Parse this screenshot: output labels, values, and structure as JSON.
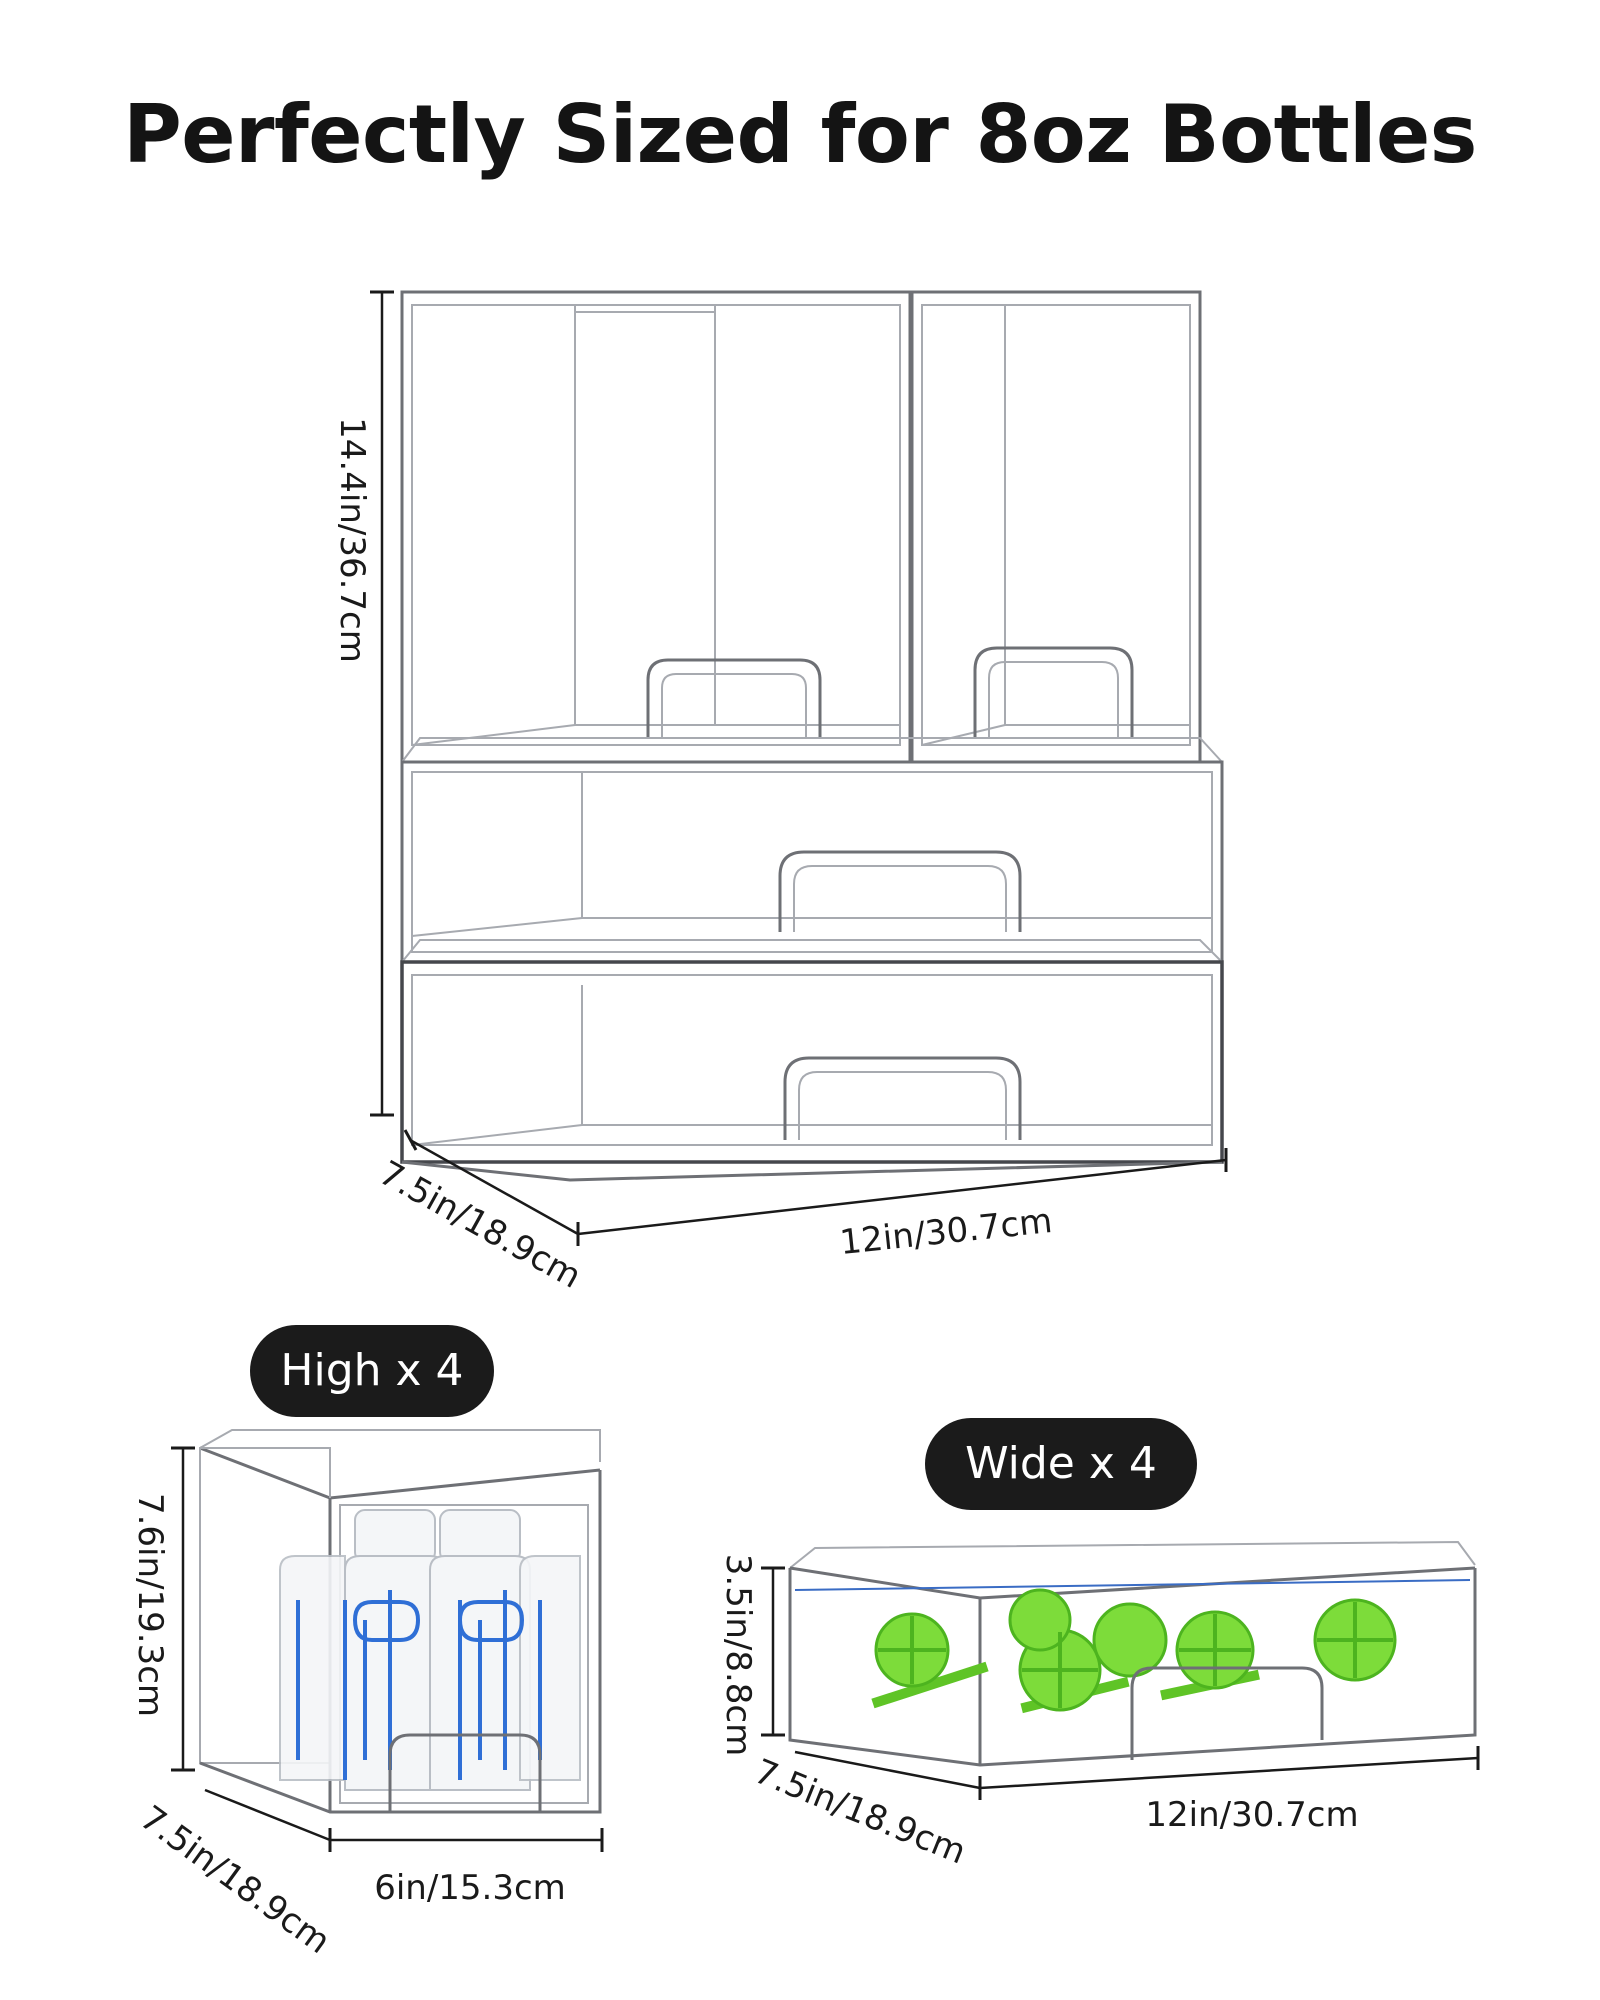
{
  "title": "Perfectly Sized for 8oz Bottles",
  "stack": {
    "height_label": "14.4in/36.7cm",
    "depth_label": "7.5in/18.9cm",
    "width_label": "12in/30.7cm"
  },
  "high_unit": {
    "badge": "High x 4",
    "height_label": "7.6in/19.3cm",
    "depth_label": "7.5in/18.9cm",
    "width_label": "6in/15.3cm"
  },
  "wide_unit": {
    "badge": "Wide x 4",
    "height_label": "3.5in/8.8cm",
    "depth_label": "7.5in/18.9cm",
    "width_label": "12in/30.7cm"
  }
}
